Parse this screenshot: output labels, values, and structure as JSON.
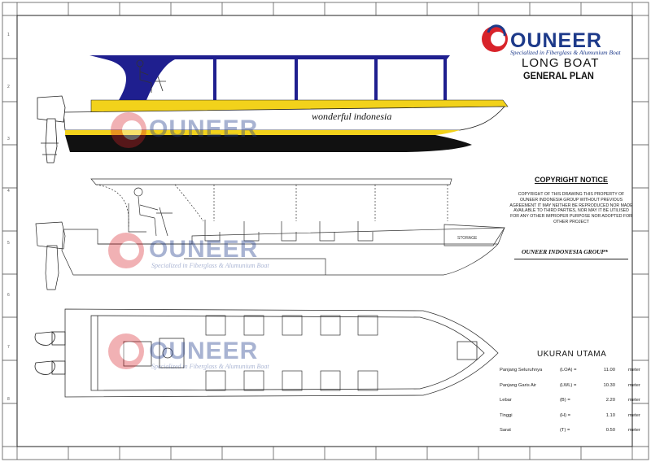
{
  "brand": {
    "name": "OUNEER",
    "tagline": "Specialized in Fiberglass & Alumunium Boat"
  },
  "title": {
    "main": "LONG BOAT",
    "sub": "GENERAL PLAN"
  },
  "hull_text": "wonderful indonesia",
  "storage_label": "STORAGE",
  "copyright": {
    "heading": "COPYRIGHT NOTICE",
    "body": "COPYRIGHT OF THIS DRAWING THIS PROPERTY OF OUNEER INDONESIA GROUP WITHOUT PREVIOUS AGREEMENT IT MAY NEITHER BE REPRODUCED NOR MADE AVAILABLE TO THIRD PARTIES, NOR MAY IT BE UTILISED FOR ANY OTHER IMPROPER PURPOSE NOR ADOPTED FOR OTHER PROJECT",
    "org": "OUNEER INDONESIA GROUP*"
  },
  "dimensions": {
    "heading": "UKURAN UTAMA",
    "rows": [
      {
        "name": "Panjang Seluruhnya",
        "abbr": "(LOA) =",
        "value": "11.00",
        "unit": "meter"
      },
      {
        "name": "Panjang Garis Air",
        "abbr": "(LWL) =",
        "value": "10.30",
        "unit": "meter"
      },
      {
        "name": "Lebar",
        "abbr": "(B) =",
        "value": "2.20",
        "unit": "meter"
      },
      {
        "name": "Tinggi",
        "abbr": "(H) =",
        "value": "1.10",
        "unit": "meter"
      },
      {
        "name": "Sarat",
        "abbr": "(T) =",
        "value": "0.50",
        "unit": "meter"
      }
    ]
  },
  "border_marks": {
    "left": [
      "1",
      "2",
      "3",
      "4",
      "5",
      "6",
      "7",
      "8"
    ]
  },
  "colors": {
    "hull_yellow": "#f2d21b",
    "roof_navy": "#1f1f8f",
    "hull_black": "#111111",
    "brand_blue": "#1d3a8a",
    "logo_red": "#d8232a"
  }
}
